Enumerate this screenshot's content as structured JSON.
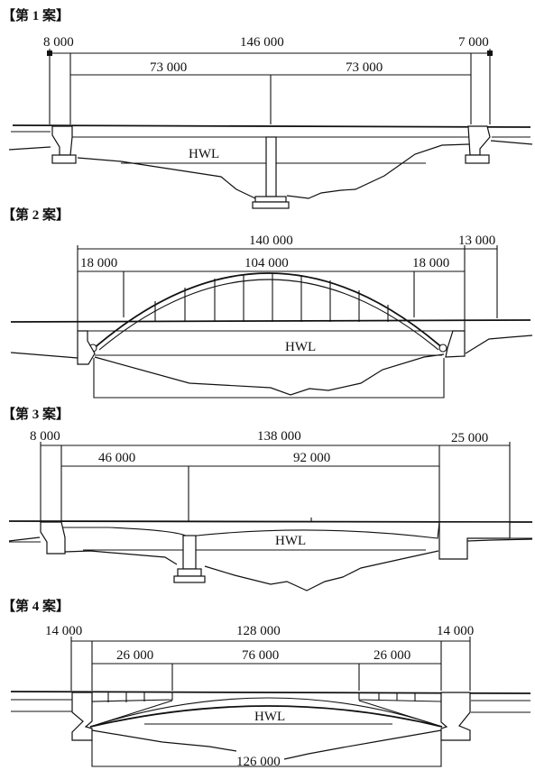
{
  "options": [
    {
      "title": "【第 1 案】",
      "dims": {
        "left": "8 000",
        "total": "146 000",
        "right": "7 000",
        "span1": "73 000",
        "span2": "73 000"
      },
      "water_label": "HWL"
    },
    {
      "title": "【第 2 案】",
      "dims": {
        "total": "140 000",
        "right": "13 000",
        "side_left": "18 000",
        "main": "104 000",
        "side_right": "18 000"
      },
      "water_label": "HWL"
    },
    {
      "title": "【第 3 案】",
      "dims": {
        "left": "8 000",
        "total": "138 000",
        "right": "25 000",
        "span1": "46 000",
        "span2": "92 000"
      },
      "water_label": "HWL"
    },
    {
      "title": "【第 4 案】",
      "dims": {
        "left": "14 000",
        "total": "128 000",
        "right": "14 000",
        "side_left": "26 000",
        "main": "76 000",
        "side_right": "26 000",
        "arch_chord": "126 000"
      },
      "water_label": "HWL"
    }
  ]
}
